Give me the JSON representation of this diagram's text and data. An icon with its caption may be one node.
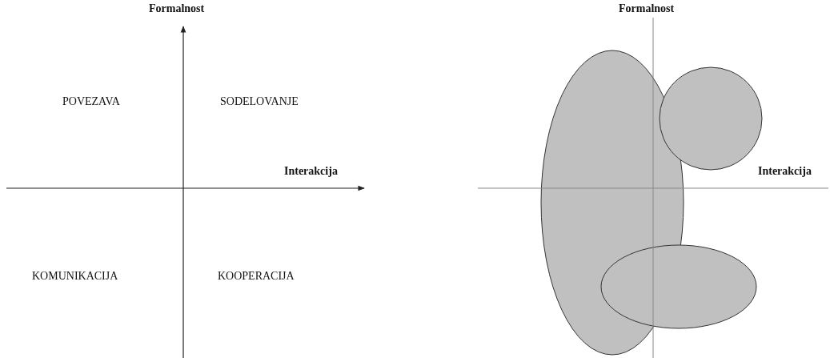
{
  "diagram": {
    "nodes": [
      {
        "text": [],
        "shape": "ellipse"
      },
      {
        "text": [],
        "shape": "ellipse"
      },
      {
        "text": [],
        "shape": "circle"
      }
    ],
    "labels": [
      "Formalnost",
      "POVEZAVA",
      "SODELOVANJE",
      "Interakcija",
      "KOMUNIKACIJA",
      "KOOPERACIJA",
      "Formalnost",
      "Interakcija"
    ]
  }
}
